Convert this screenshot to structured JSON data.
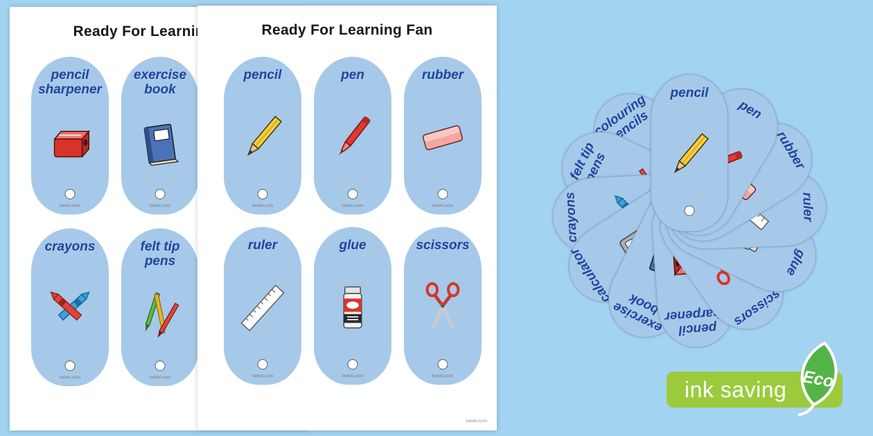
{
  "colors": {
    "bg": "#a2d3f0",
    "card": "#a6c9e9",
    "card-label": "#20459e",
    "title": "#17171f",
    "banner": "#9bcb3c",
    "leaf": "#53b447"
  },
  "card_watermark": "twinkl.com",
  "pages": {
    "page1": {
      "title": "Ready For Learning Fan",
      "cards": [
        {
          "label": "pencil sharpener",
          "icon": "pencil-sharpener-icon"
        },
        {
          "label": "exercise book",
          "icon": "exercise-book-icon"
        },
        {
          "label": "crayons",
          "icon": "crayons-icon"
        },
        {
          "label": "felt tip pens",
          "icon": "felt-tip-pens-icon"
        }
      ]
    },
    "page2": {
      "title": "Ready For Learning Fan",
      "watermark": "twinkl.com",
      "cards": [
        {
          "label": "pencil",
          "icon": "pencil-icon"
        },
        {
          "label": "pen",
          "icon": "pen-icon"
        },
        {
          "label": "rubber",
          "icon": "rubber-icon"
        },
        {
          "label": "ruler",
          "icon": "ruler-icon"
        },
        {
          "label": "glue",
          "icon": "glue-icon"
        },
        {
          "label": "scissors",
          "icon": "scissors-icon"
        }
      ]
    }
  },
  "fan": {
    "blades": [
      {
        "label": "pencil",
        "icon": "pencil-icon"
      },
      {
        "label": "pen",
        "icon": "pen-icon"
      },
      {
        "label": "rubber",
        "icon": "rubber-icon"
      },
      {
        "label": "ruler",
        "icon": "ruler-icon"
      },
      {
        "label": "glue",
        "icon": "glue-icon"
      },
      {
        "label": "scissors",
        "icon": "scissors-icon"
      },
      {
        "label": "pencil sharpener",
        "icon": "pencil-sharpener-icon"
      },
      {
        "label": "exercise book",
        "icon": "exercise-book-icon"
      },
      {
        "label": "calculator",
        "icon": "calculator-icon"
      },
      {
        "label": "crayons",
        "icon": "crayons-icon"
      },
      {
        "label": "felt tip pens",
        "icon": "felt-tip-pens-icon"
      },
      {
        "label": "colouring pencils",
        "icon": "colouring-pencils-icon"
      }
    ]
  },
  "eco": {
    "banner_text": "ink saving",
    "leaf_text": "Eco"
  }
}
